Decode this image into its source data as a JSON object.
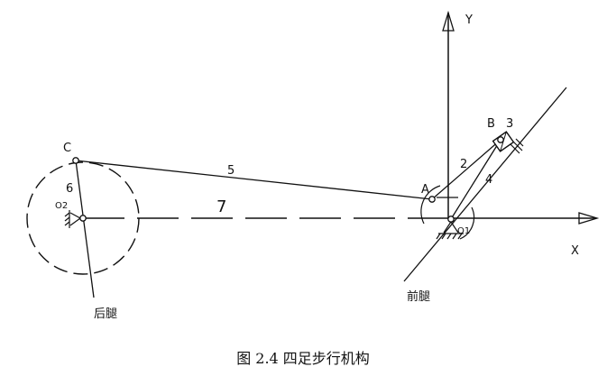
{
  "labels": {
    "y_axis": "Y",
    "x_axis": "X",
    "point_a": "A",
    "point_b": "B",
    "point_c": "C",
    "origin_1": "O1",
    "origin_2": "O2",
    "link_2": "2",
    "link_3": "3",
    "link_4": "4",
    "link_5": "5",
    "link_6": "6",
    "link_7": "7",
    "rear_leg": "后腿",
    "front_leg": "前腿"
  },
  "caption": "图 2.4  四足步行机构"
}
